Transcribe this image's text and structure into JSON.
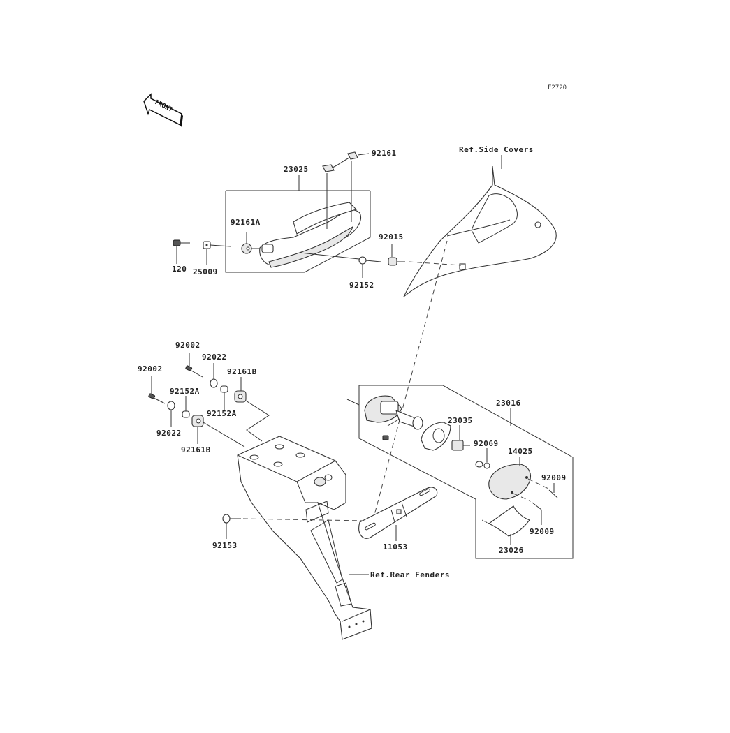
{
  "diagram": {
    "figure_code": "F2720",
    "direction_indicator": "FRONT",
    "references": {
      "side_covers": "Ref.Side Covers",
      "rear_fenders": "Ref.Rear Fenders"
    },
    "parts": {
      "p23025": "23025",
      "p92161": "92161",
      "p92161A": "92161A",
      "p120": "120",
      "p25009": "25009",
      "p92015": "92015",
      "p92152": "92152",
      "p92002_a": "92002",
      "p92002_b": "92002",
      "p92022_a": "92022",
      "p92022_b": "92022",
      "p92161B_a": "92161B",
      "p92161B_b": "92161B",
      "p92152A_a": "92152A",
      "p92152A_b": "92152A",
      "p23016": "23016",
      "p23035": "23035",
      "p92069": "92069",
      "p14025": "14025",
      "p92009_a": "92009",
      "p92009_b": "92009",
      "p23026": "23026",
      "p11053": "11053",
      "p92153": "92153"
    }
  }
}
